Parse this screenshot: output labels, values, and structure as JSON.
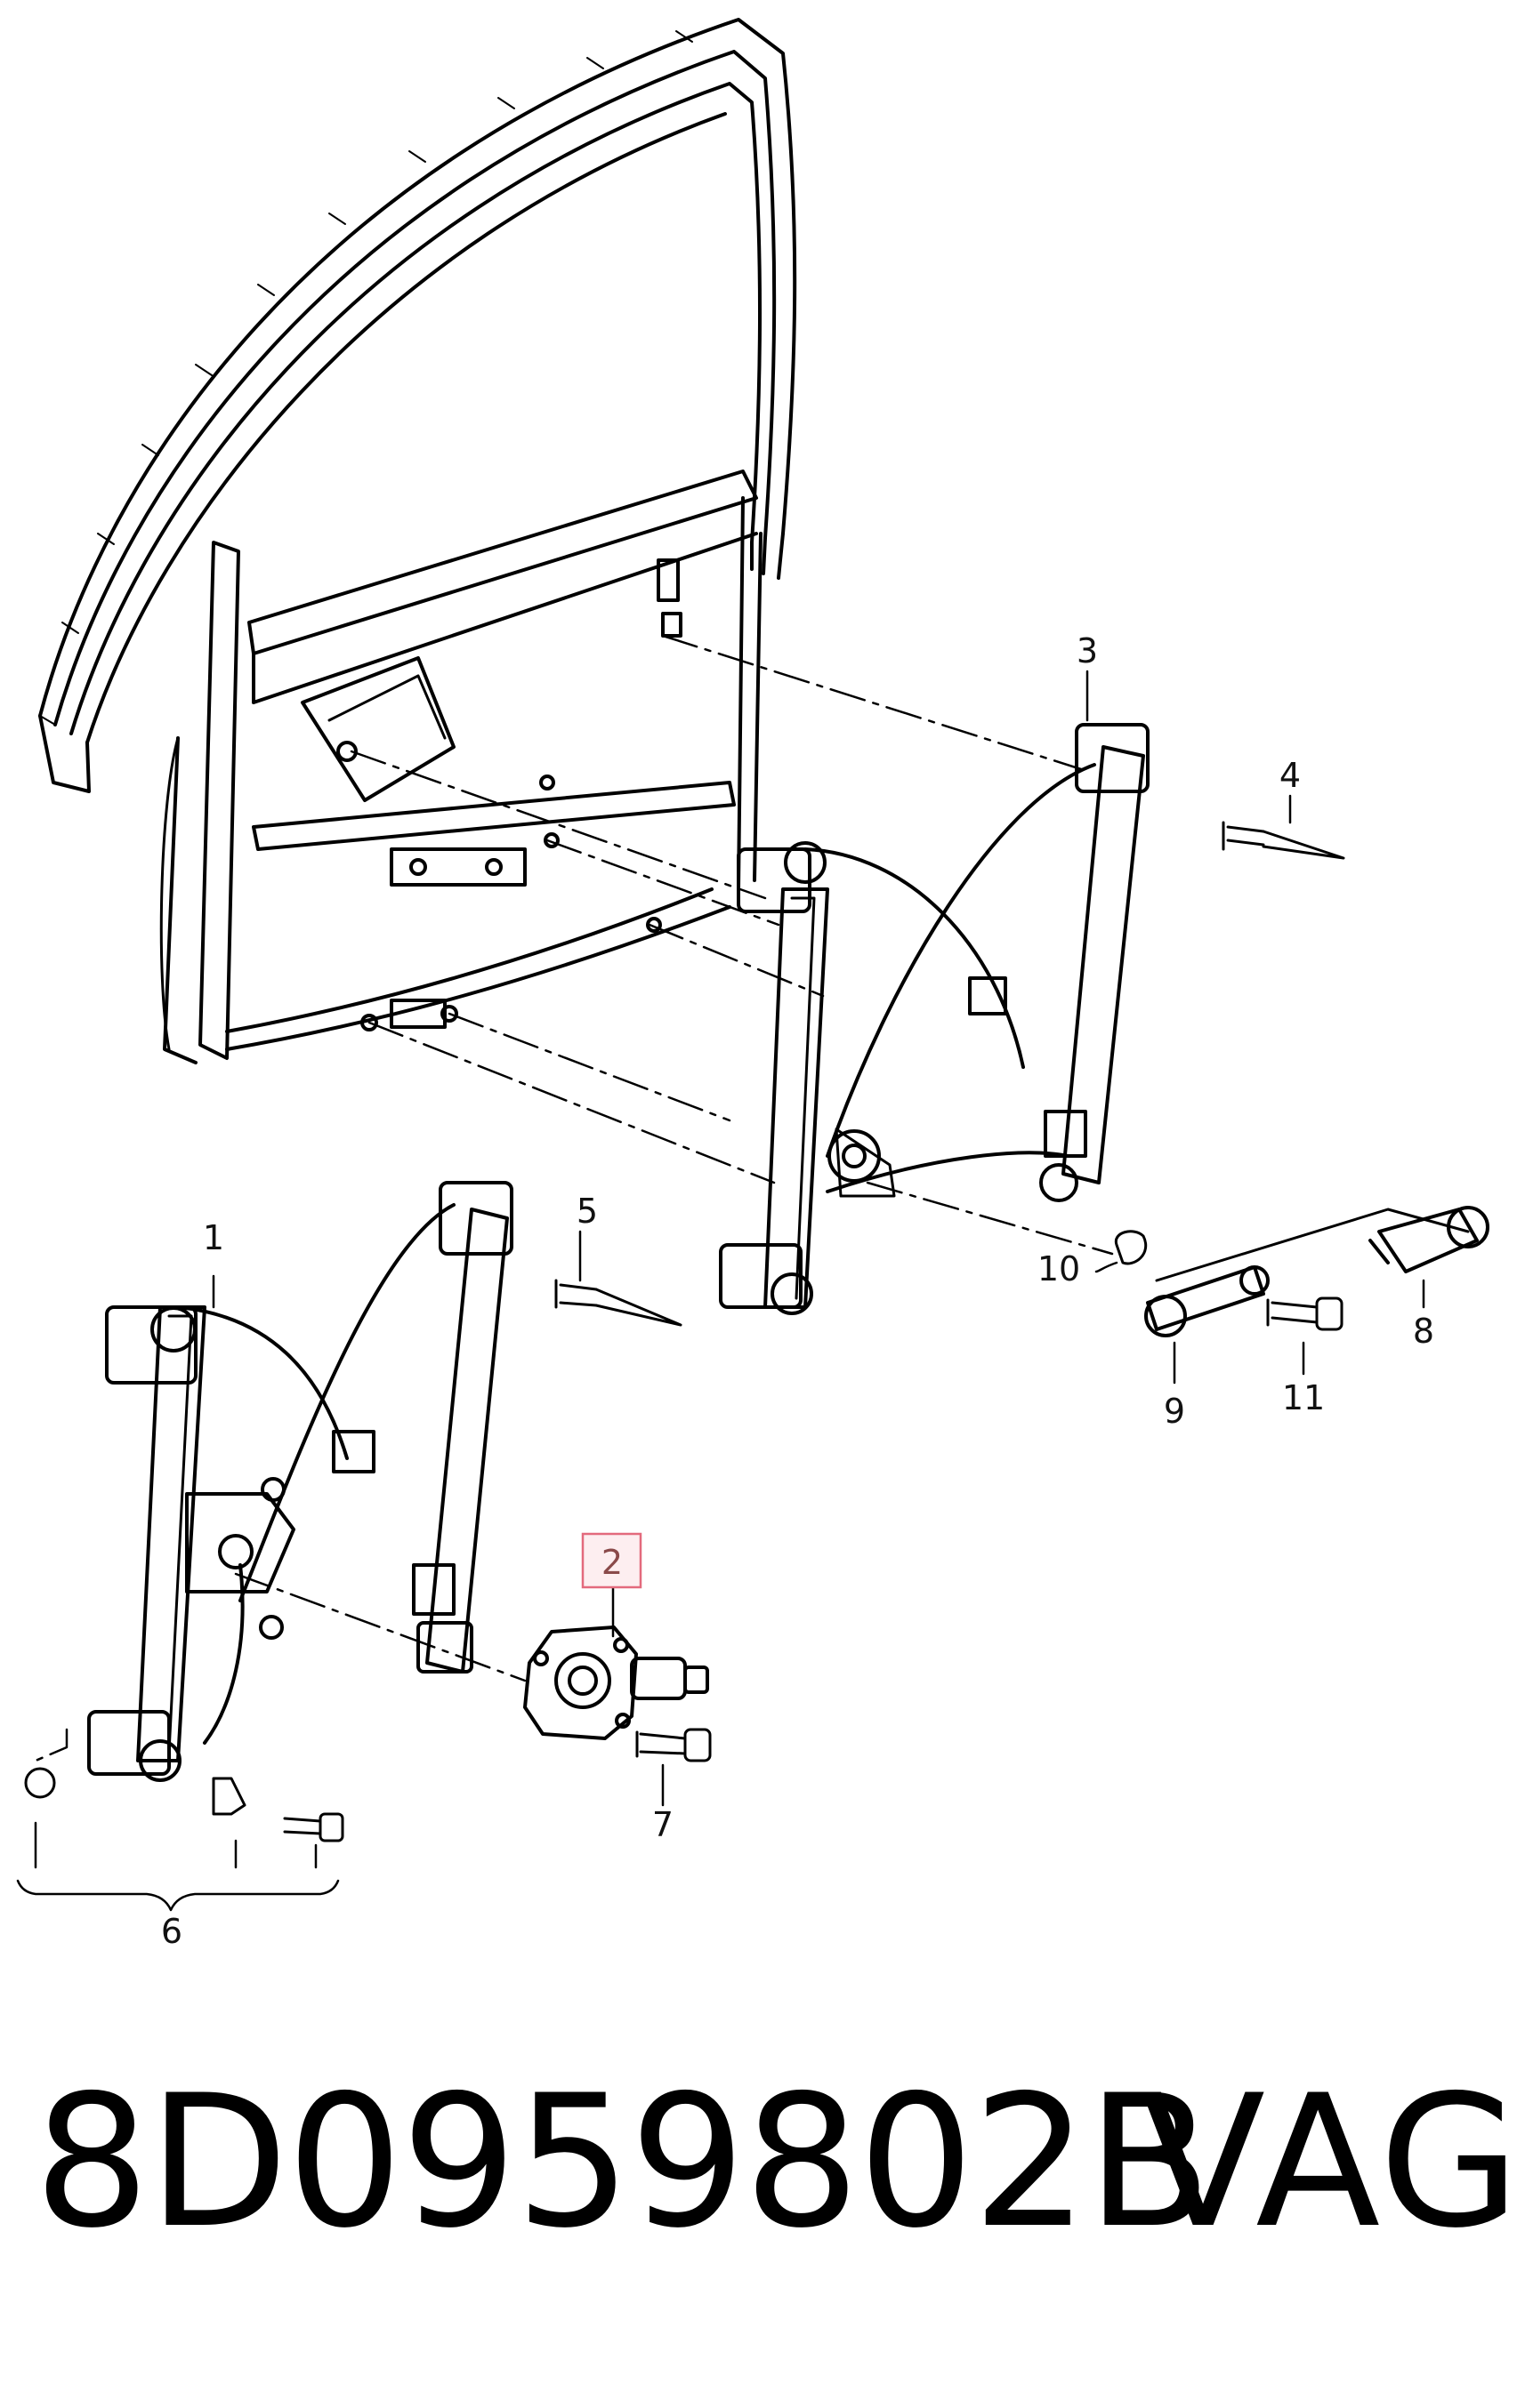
{
  "callouts": {
    "c1": "1",
    "c2": "2",
    "c3": "3",
    "c4": "4",
    "c5": "5",
    "c6": "6",
    "c7": "7",
    "c8": "8",
    "c9": "9",
    "c10": "10",
    "c11": "11"
  },
  "highlight_color": "#e36a7d",
  "footer": {
    "part_number": "8D0959802B",
    "brand": "VAG"
  }
}
